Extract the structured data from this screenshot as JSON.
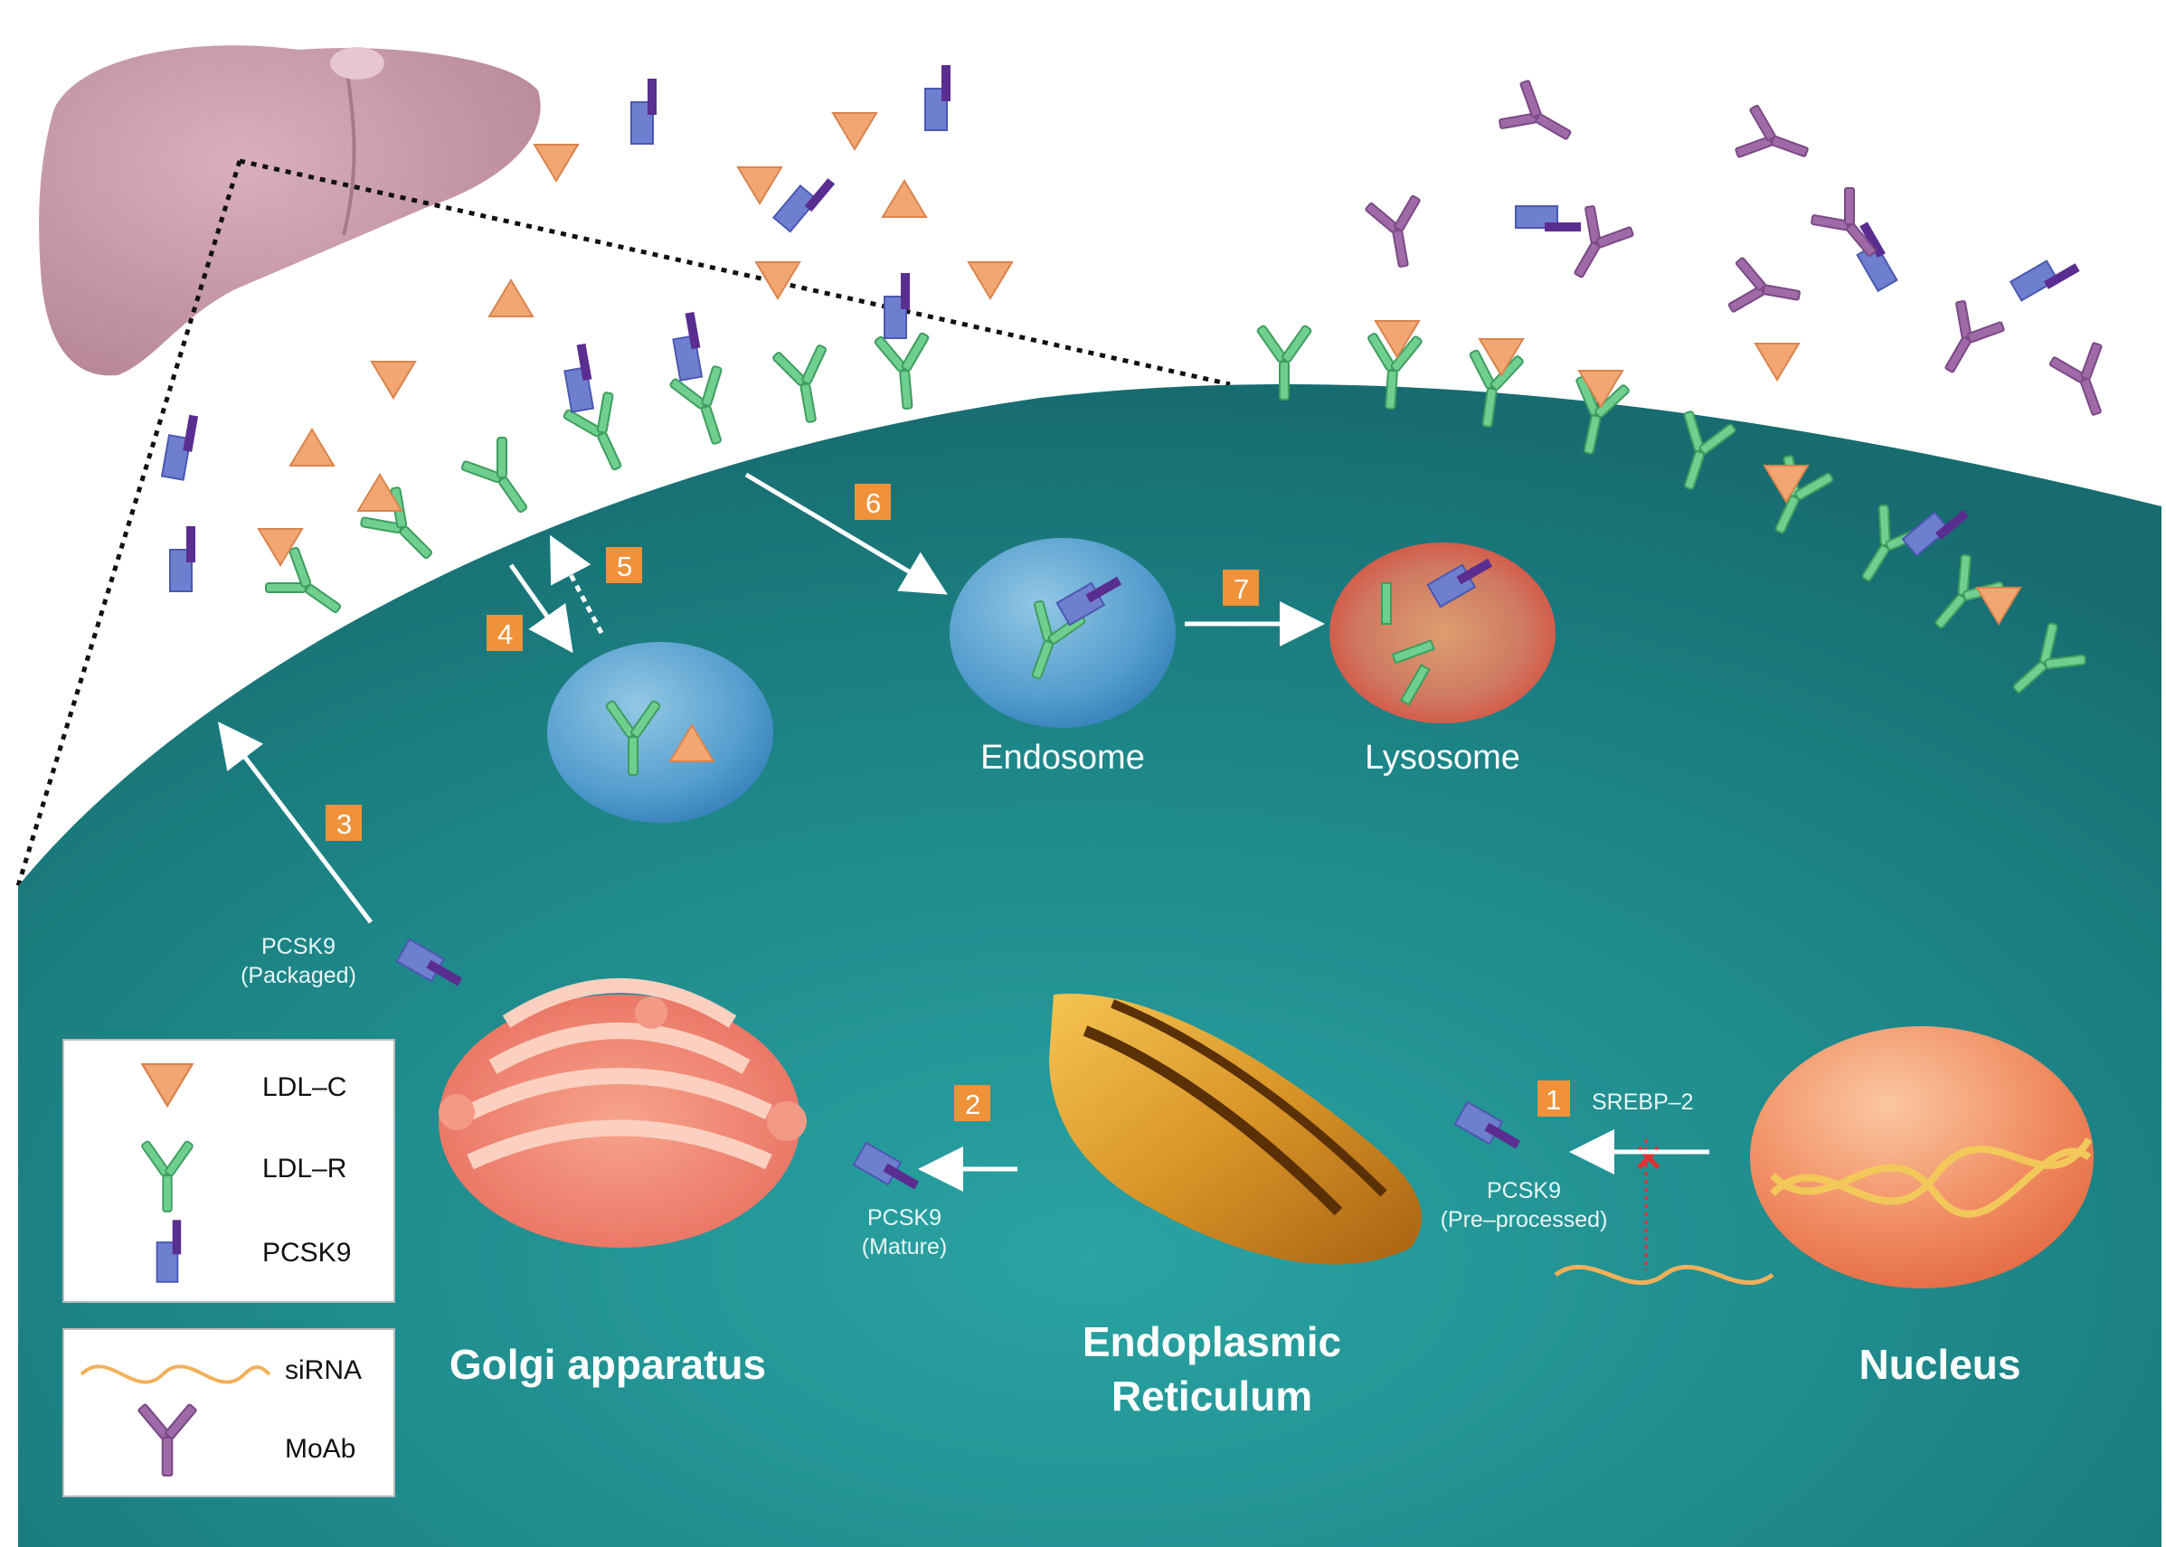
{
  "organelles": {
    "golgi": "Golgi  apparatus",
    "er_line1": "Endoplasmic",
    "er_line2": "Reticulum",
    "nucleus": "Nucleus",
    "endosome": "Endosome",
    "lysosome": "Lysosome"
  },
  "annotations": {
    "pcsk9_packaged_1": "PCSK9",
    "pcsk9_packaged_2": "(Packaged)",
    "pcsk9_mature_1": "PCSK9",
    "pcsk9_mature_2": "(Mature)",
    "pcsk9_preprocessed_1": "PCSK9",
    "pcsk9_preprocessed_2": "(Pre–processed)",
    "srebp2": "SREBP–2"
  },
  "steps": [
    "1",
    "2",
    "3",
    "4",
    "5",
    "6",
    "7"
  ],
  "legend": {
    "ldlc": "LDL–C",
    "ldlr": "LDL–R",
    "pcsk9": "PCSK9",
    "sirna": "siRNA",
    "moab": "MoAb"
  },
  "colors": {
    "cell": "#1f8a8c",
    "step_badge": "#f0923a",
    "ldl_c": "#f2a772",
    "ldl_r": "#6fcf8f",
    "pcsk9_light": "#6f7fd0",
    "pcsk9_dark": "#5a2d91",
    "moab": "#a06aa8"
  }
}
